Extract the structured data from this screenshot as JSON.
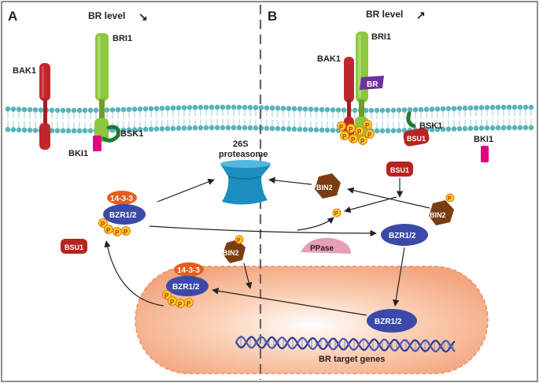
{
  "panels": {
    "a": {
      "letter": "A",
      "br_level": "BR level",
      "arrow": "↘"
    },
    "b": {
      "letter": "B",
      "br_level": "BR level",
      "arrow": "↗"
    }
  },
  "receptors": {
    "bri1": "BRI1",
    "bak1": "BAK1",
    "bki1": "BKI1",
    "bsk1": "BSK1",
    "br": "BR"
  },
  "proteins": {
    "bsu1": "BSU1",
    "bin2": "BIN2",
    "bzr": "BZR1/2",
    "p1433": "14-3-3",
    "ppase": "PPase",
    "p": "P"
  },
  "proteasome": {
    "line1": "26S",
    "line2": "proteasome"
  },
  "target_genes": "BR target genes",
  "colors": {
    "bak1": "#c0272d",
    "bri1": "#8dc63f",
    "bki1": "#e6007e",
    "bzr": "#3b4aa8",
    "bin2": "#7a3d12",
    "bsu1": "#b8231f",
    "p1433": "#e85d1e",
    "phospho": "#f7d21a",
    "proteasome": "#1c8fc0",
    "membrane": "#5ab4b8",
    "nucleus": "#f6b793",
    "br": "#7030a0",
    "ppase": "#e79fb8"
  }
}
